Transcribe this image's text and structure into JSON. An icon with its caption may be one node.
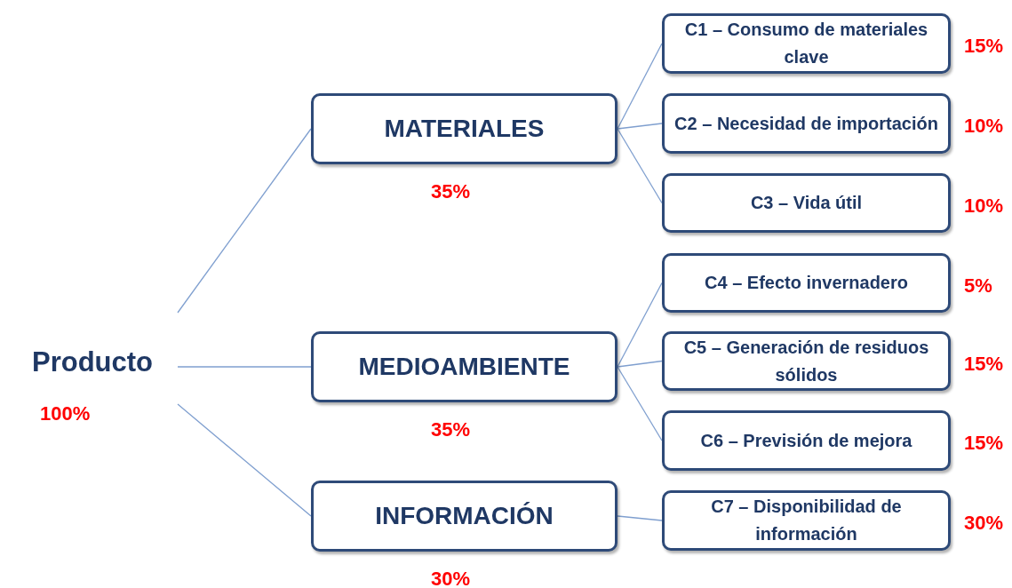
{
  "diagram": {
    "nodes": [
      {
        "text": [
          "Producto"
        ],
        "beside": [
          "100%"
        ]
      },
      {
        "text": [
          "MATERIALES"
        ],
        "beside": [
          "35%"
        ]
      },
      {
        "text": [
          "MEDIOAMBIENTE"
        ],
        "beside": [
          "35%"
        ]
      },
      {
        "text": [
          "INFORMACIÓN"
        ],
        "beside": [
          "30%"
        ]
      },
      {
        "text": [
          "C1 – Consumo de materiales clave"
        ],
        "beside": [
          "15%"
        ]
      },
      {
        "text": [
          "C2 – Necesidad de importación"
        ],
        "beside": [
          "10%"
        ]
      },
      {
        "text": [
          "C3 – Vida útil"
        ],
        "beside": [
          "10%"
        ]
      },
      {
        "text": [
          "C4 – Efecto invernadero"
        ],
        "beside": [
          "5%"
        ]
      },
      {
        "text": [
          "C5 – Generación de residuos sólidos"
        ],
        "beside": [
          "15%"
        ]
      },
      {
        "text": [
          "C6 – Previsión de mejora"
        ],
        "beside": [
          "15%"
        ]
      },
      {
        "text": [
          "C7 – Disponibilidad de información"
        ],
        "beside": [
          "30%"
        ]
      }
    ],
    "edges": [
      {
        "from": 0,
        "to": 1,
        "arrow": "none"
      },
      {
        "from": 0,
        "to": 2,
        "arrow": "none"
      },
      {
        "from": 0,
        "to": 3,
        "arrow": "none"
      },
      {
        "from": 1,
        "to": 4,
        "arrow": "none"
      },
      {
        "from": 1,
        "to": 5,
        "arrow": "none"
      },
      {
        "from": 1,
        "to": 6,
        "arrow": "none"
      },
      {
        "from": 2,
        "to": 7,
        "arrow": "none"
      },
      {
        "from": 2,
        "to": 8,
        "arrow": "none"
      },
      {
        "from": 2,
        "to": 9,
        "arrow": "none"
      },
      {
        "from": 3,
        "to": 10,
        "arrow": "none"
      }
    ]
  }
}
